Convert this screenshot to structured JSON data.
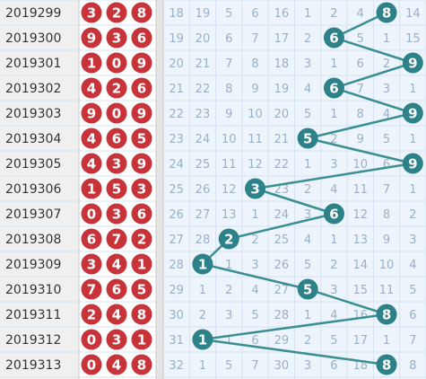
{
  "chart_data": {
    "type": "table",
    "periods": [
      "2019299",
      "2019300",
      "2019301",
      "2019302",
      "2019303",
      "2019304",
      "2019305",
      "2019306",
      "2019307",
      "2019308",
      "2019309",
      "2019310",
      "2019311",
      "2019312",
      "2019313"
    ],
    "draws": [
      [
        3,
        2,
        8
      ],
      [
        9,
        3,
        6
      ],
      [
        1,
        0,
        9
      ],
      [
        4,
        2,
        6
      ],
      [
        9,
        0,
        9
      ],
      [
        4,
        6,
        5
      ],
      [
        4,
        3,
        9
      ],
      [
        1,
        5,
        3
      ],
      [
        0,
        3,
        6
      ],
      [
        6,
        7,
        2
      ],
      [
        3,
        4,
        1
      ],
      [
        7,
        6,
        5
      ],
      [
        2,
        4,
        8
      ],
      [
        0,
        3,
        1
      ],
      [
        0,
        4,
        8
      ]
    ],
    "omission_rows": [
      [
        "18",
        "19",
        "5",
        "6",
        "16",
        "1",
        "2",
        "4",
        "8",
        "14"
      ],
      [
        "19",
        "20",
        "6",
        "7",
        "17",
        "2",
        "6",
        "5",
        "1",
        "15"
      ],
      [
        "20",
        "21",
        "7",
        "8",
        "18",
        "3",
        "1",
        "6",
        "2",
        "9"
      ],
      [
        "21",
        "22",
        "8",
        "9",
        "19",
        "4",
        "6",
        "7",
        "3",
        "1"
      ],
      [
        "22",
        "23",
        "9",
        "10",
        "20",
        "5",
        "1",
        "8",
        "4",
        "9"
      ],
      [
        "23",
        "24",
        "10",
        "11",
        "21",
        "5",
        "2",
        "9",
        "5",
        "1"
      ],
      [
        "24",
        "25",
        "11",
        "12",
        "22",
        "1",
        "3",
        "10",
        "6",
        "9"
      ],
      [
        "25",
        "26",
        "12",
        "3",
        "23",
        "2",
        "4",
        "11",
        "7",
        "1"
      ],
      [
        "26",
        "27",
        "13",
        "1",
        "24",
        "3",
        "6",
        "12",
        "8",
        "2"
      ],
      [
        "27",
        "28",
        "2",
        "2",
        "25",
        "4",
        "1",
        "13",
        "9",
        "3"
      ],
      [
        "28",
        "1",
        "1",
        "3",
        "26",
        "5",
        "2",
        "14",
        "10",
        "4"
      ],
      [
        "29",
        "1",
        "2",
        "4",
        "27",
        "5",
        "3",
        "15",
        "11",
        "5"
      ],
      [
        "30",
        "2",
        "3",
        "5",
        "28",
        "1",
        "4",
        "16",
        "8",
        "6"
      ],
      [
        "31",
        "1",
        "1",
        "6",
        "29",
        "2",
        "5",
        "17",
        "1",
        "7"
      ],
      [
        "32",
        "1",
        "5",
        "7",
        "30",
        "3",
        "6",
        "18",
        "8",
        "8"
      ]
    ],
    "hit_digits": [
      8,
      6,
      9,
      6,
      9,
      5,
      9,
      3,
      6,
      2,
      1,
      5,
      8,
      1,
      8
    ],
    "colors": {
      "period_bg": "#f0f0f0",
      "ball_red": "#c8333a",
      "ball_teal": "#2c8288",
      "line_teal": "#3a8f95",
      "grid_text": "#9ab0c8",
      "grid_bg": "#eef4fb",
      "grid_line": "#d5e3f1",
      "divider": "#c8c8c8"
    }
  }
}
